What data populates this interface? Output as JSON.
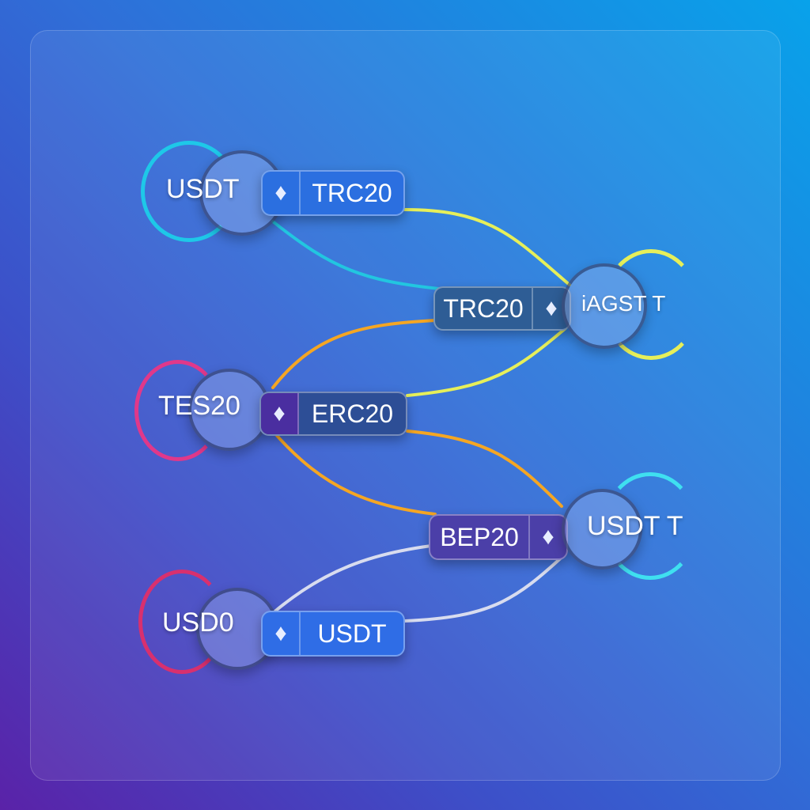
{
  "nodes": {
    "top_left": {
      "label": "USDT",
      "ring_color": "#1ec8e8"
    },
    "mid_left": {
      "label": "TES20",
      "ring_color": "#e0388a"
    },
    "bottom_left": {
      "label": "USD0",
      "ring_color": "#d8306e"
    },
    "top_right": {
      "label": "iAGST T",
      "ring_color": "#e6ef5a"
    },
    "bottom_right": {
      "label": "USDT T",
      "ring_color": "#3fe0f0"
    }
  },
  "pills": {
    "trc20_top": {
      "label": "TRC20",
      "icon": "ethereum-icon",
      "color": "#2b6fe0"
    },
    "trc20_mid": {
      "label": "TRC20",
      "icon": "ethereum-icon",
      "color": "#2e5d95"
    },
    "erc20": {
      "label": "ERC20",
      "icon": "ethereum-icon",
      "color": "#2d4e96"
    },
    "bep20": {
      "label": "BEP20",
      "icon": "ethereum-icon",
      "color": "#4b3fa8"
    },
    "usdt": {
      "label": "USDT",
      "icon": "ethereum-icon",
      "color": "#2f6de6"
    }
  },
  "eth_glyph": "♦"
}
